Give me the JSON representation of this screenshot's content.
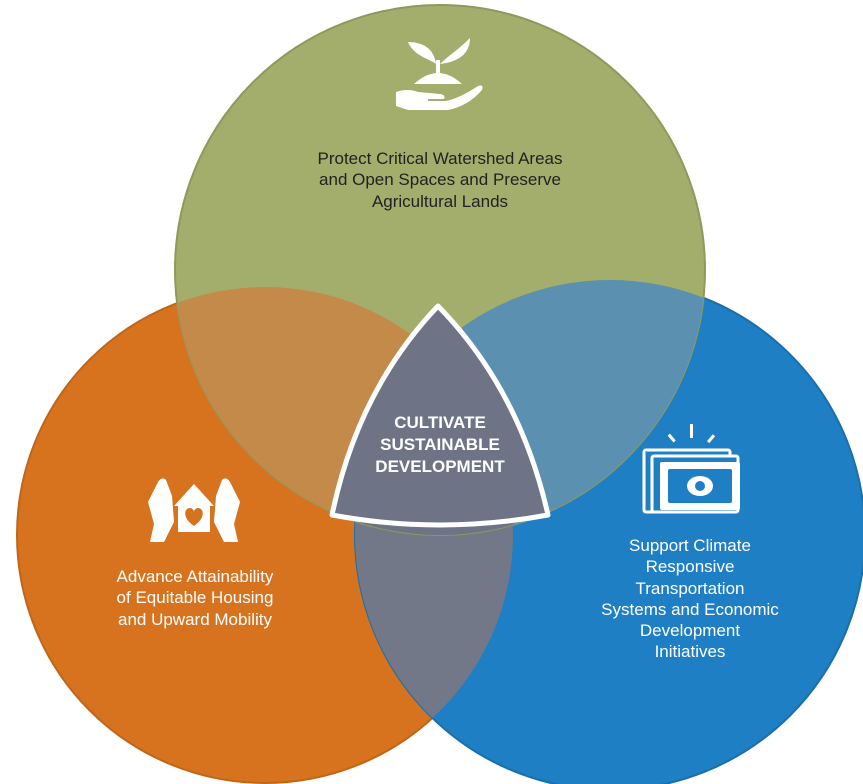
{
  "circles": {
    "top": {
      "lines": [
        "Protect Critical Watershed Areas",
        "and Open Spaces and Preserve",
        "Agricultural Lands"
      ],
      "color": "#a3ad6c",
      "icon": "hand-holding-plant-icon"
    },
    "left": {
      "lines": [
        "Advance Attainability",
        "of Equitable Housing",
        "and Upward Mobility"
      ],
      "color": "#d7731f",
      "icon": "hands-house-heart-icon"
    },
    "right": {
      "lines": [
        "Support Climate",
        "Responsive",
        "Transportation",
        "Systems and Economic",
        "Development",
        "Initiatives"
      ],
      "color": "#1f7fc4",
      "icon": "money-bill-icon"
    }
  },
  "center": {
    "lines": [
      "CULTIVATE",
      "SUSTAINABLE",
      "DEVELOPMENT"
    ],
    "color": "#6e7486"
  }
}
